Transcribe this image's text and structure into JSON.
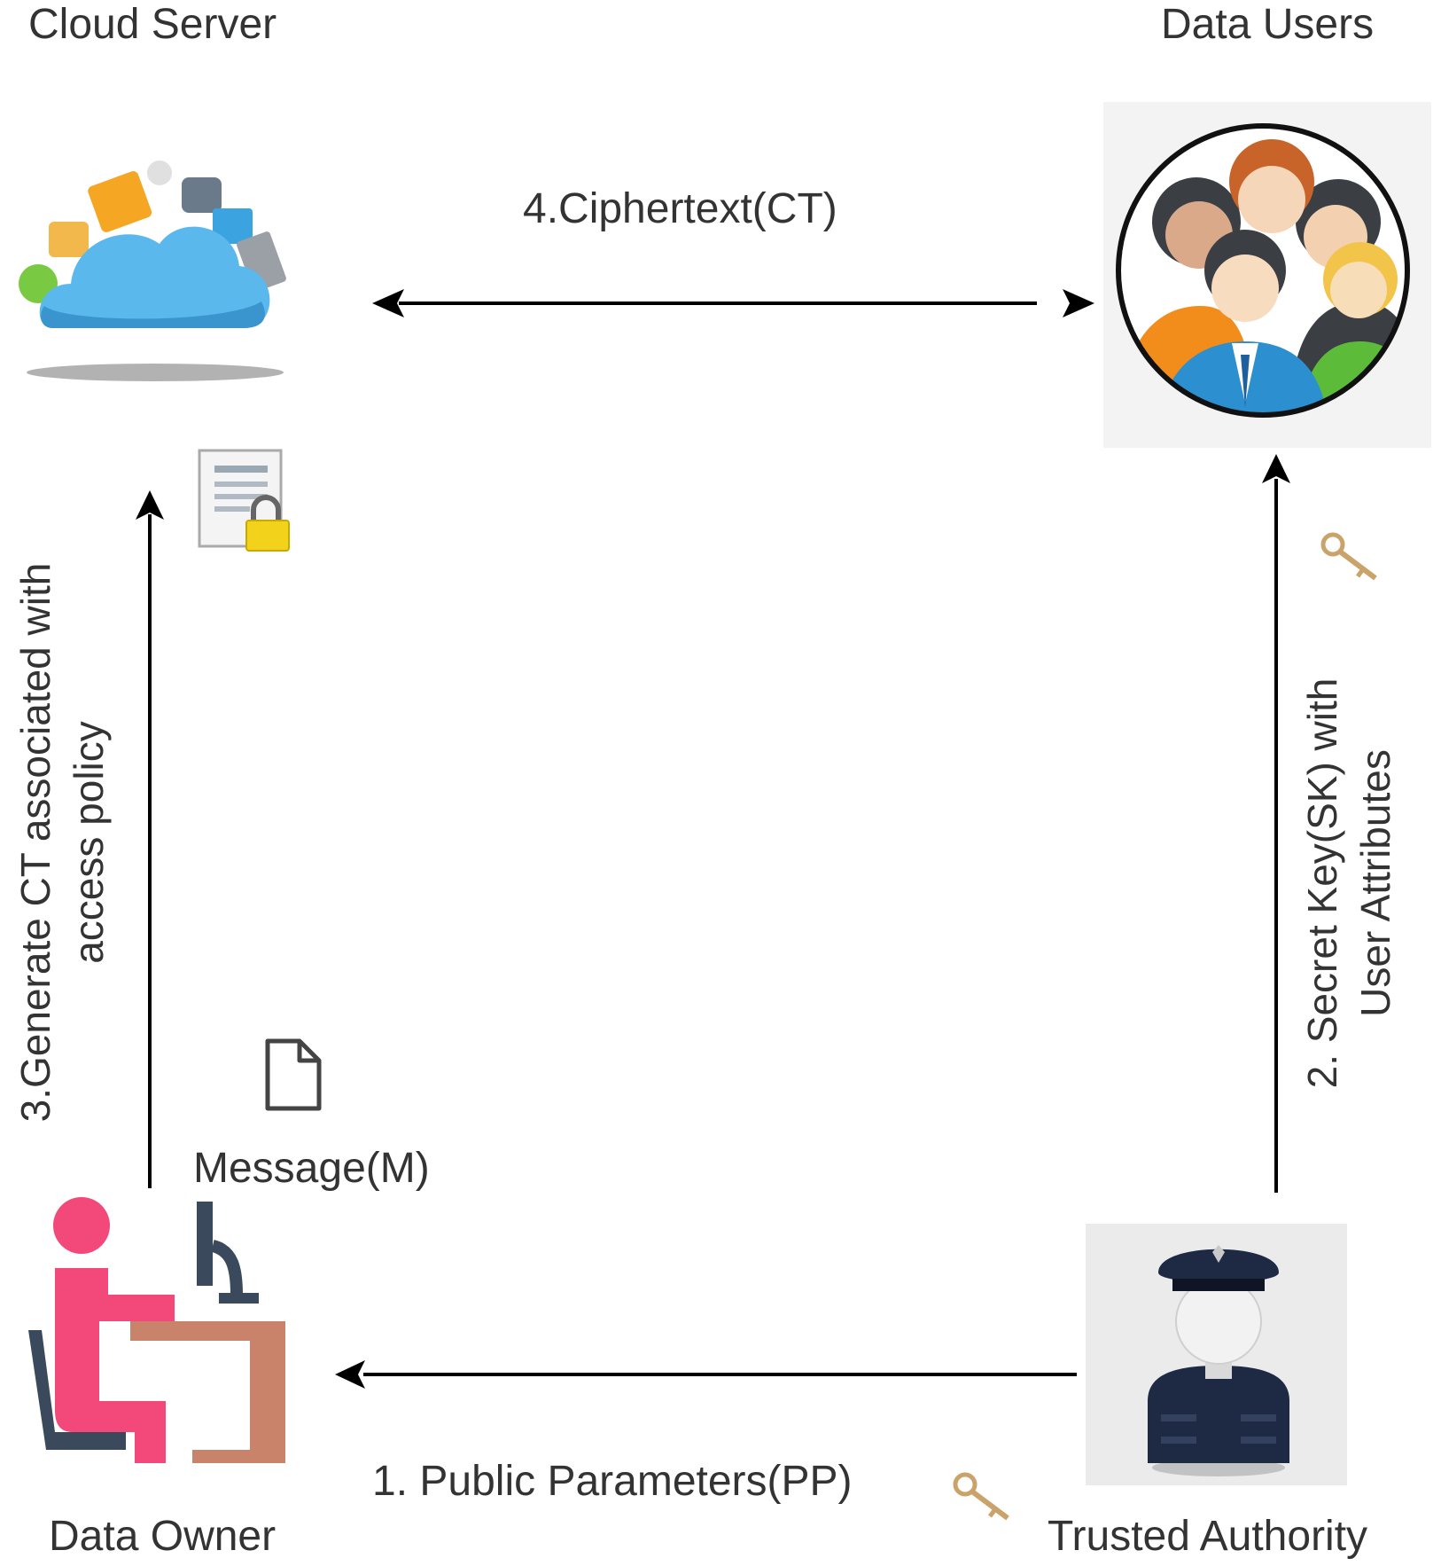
{
  "entities": {
    "cloud_server": "Cloud Server",
    "data_users": "Data Users",
    "data_owner": "Data Owner",
    "trusted_authority": "Trusted  Authority"
  },
  "flows": {
    "public_parameters": "1. Public Parameters(PP)",
    "secret_key_line1": "2. Secret Key(SK) with",
    "secret_key_line2": "User Attributes",
    "generate_ct_line1": "3.Generate CT associated  with",
    "generate_ct_line2": "access policy",
    "ciphertext": "4.Ciphertext(CT)"
  },
  "items": {
    "message": "Message(M)"
  },
  "icons": [
    "cloud-server-icon",
    "data-users-icon",
    "data-owner-icon",
    "trusted-authority-icon",
    "encrypted-document-icon",
    "message-document-icon",
    "key-icon"
  ],
  "colors": {
    "arrow": "#000000",
    "text": "#333333",
    "cloud": "#5bb8ec",
    "owner": "#f2487a",
    "desk": "#c9836b"
  }
}
